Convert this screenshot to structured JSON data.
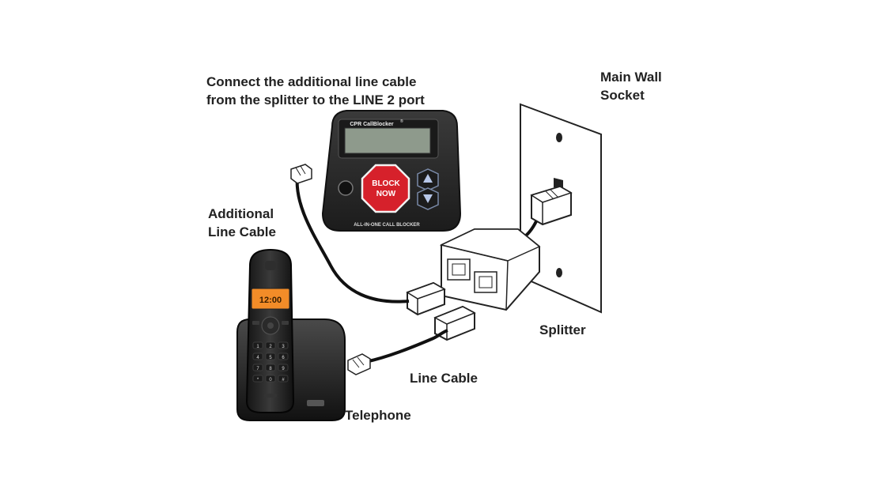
{
  "labels": {
    "connect_line1": "Connect the additional line cable",
    "connect_line2": "from the splitter to the LINE 2 port",
    "wall_line1": "Main Wall",
    "wall_line2": "Socket",
    "additional_line1": "Additional",
    "additional_line2": "Line Cable",
    "splitter": "Splitter",
    "line_cable": "Line Cable",
    "telephone": "Telephone"
  },
  "device": {
    "brand": "CPR CallBlocker",
    "brand_mark": "®",
    "button_line1": "BLOCK",
    "button_line2": "NOW",
    "tagline": "ALL-IN-ONE CALL BLOCKER"
  },
  "phone": {
    "display_text": "12:00",
    "keys": [
      "1",
      "2",
      "3",
      "4",
      "5",
      "6",
      "7",
      "8",
      "9",
      "*",
      "0",
      "#"
    ]
  },
  "colors": {
    "block_button": "#d6212b",
    "device_body": "#2b2b2b",
    "phone_display": "#f28c28",
    "text": "#222222"
  }
}
